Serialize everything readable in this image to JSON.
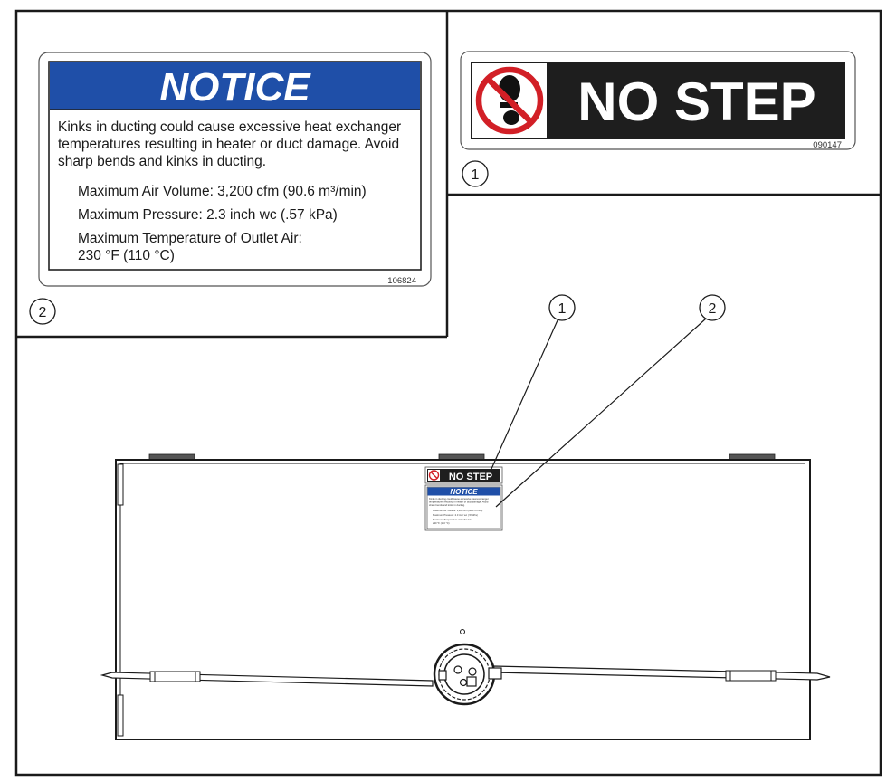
{
  "notice_label": {
    "header": "NOTICE",
    "body_lines": [
      "Kinks in ducting could cause excessive heat exchanger",
      "temperatures resulting in heater or duct damage.  Avoid",
      "sharp bends and kinks in ducting."
    ],
    "spec_lines": [
      "Maximum Air Volume: 3,200 cfm (90.6 m³/min)",
      "Maximum Pressure: 2.3 inch wc (.57 kPa)",
      "Maximum Temperature of Outlet Air:",
      "230 °F (110 °C)"
    ],
    "part_number": "106824",
    "callout": "2",
    "header_color": "#1f4fa8"
  },
  "nostep_label": {
    "text": "NO STEP",
    "part_number": "090147",
    "callout": "1",
    "symbol": "no-step-prohibition-icon",
    "background_color": "#1e1e1e",
    "prohibition_color": "#d21f26"
  },
  "heater": {
    "mini_nostep": "NO STEP",
    "mini_notice_header": "NOTICE",
    "mini_notice_lines": [
      "Kinks in ducting could cause excessive heat exchanger",
      "temperatures resulting in heater or duct damage. Avoid",
      "sharp bends and kinks in ducting."
    ],
    "mini_spec_lines": [
      "Maximum Air Volume: 3,200 cfm (90.6 m³/min)",
      "Maximum Pressure: 2.3 inch wc (.57 kPa)",
      "Maximum Temperature of Outlet Air:",
      "230 °F (110 °C)"
    ],
    "callouts": [
      "1",
      "2"
    ]
  }
}
